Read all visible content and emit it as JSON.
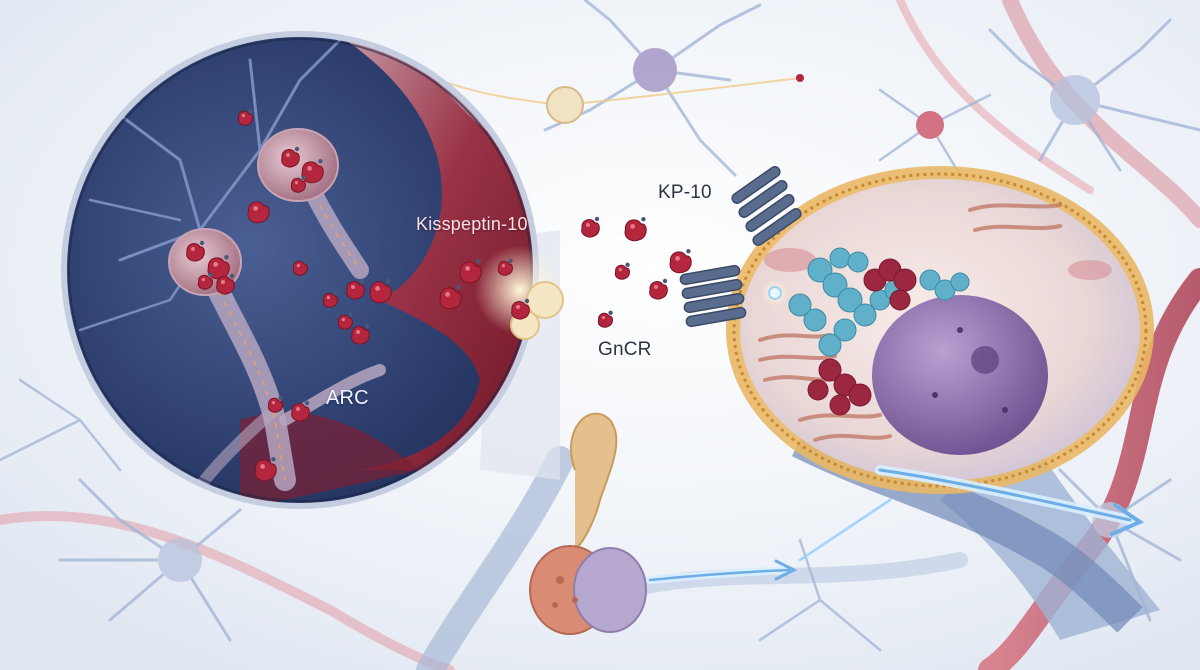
{
  "labels": {
    "kisspeptin": "Kisspeptin-10",
    "kp10": "KP-10",
    "receptor": "GnCR",
    "arc": "ARC"
  },
  "colors": {
    "background": "#eef2f8",
    "lens_dark": "#2a3a66",
    "tissue_red": "#8e1f34",
    "peptide": "#b3263d",
    "receptor": "#5a6c8d",
    "membrane": "#d9a24c",
    "protein_blue": "#5fb0c8",
    "protein_red": "#9c2740",
    "nucleus": "#8d6fb0",
    "vessel": "#c24a5a",
    "signal_arrow": "#a9d8ff"
  },
  "icons": [
    "neuron-icon",
    "peptide-icon",
    "receptor-icon",
    "signal-arrow-icon",
    "nucleus-icon"
  ]
}
